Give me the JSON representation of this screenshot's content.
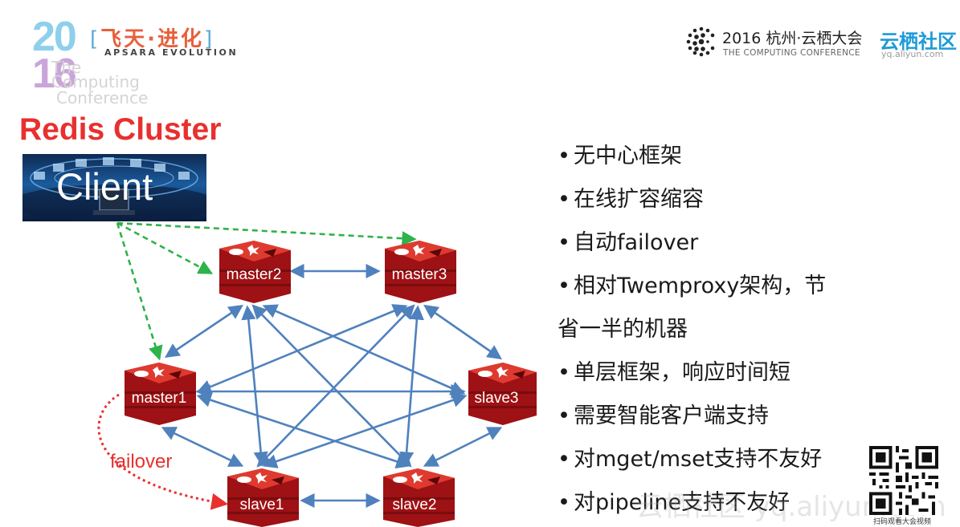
{
  "header": {
    "year_top": "20",
    "year_bottom": "16",
    "slogan_left_bracket": "[",
    "slogan_cn": "飞天·进化",
    "slogan_right_bracket": "]",
    "slogan_en": "APSARA EVOLUTION",
    "ghost_lines": [
      "The",
      "Computing",
      "Conference"
    ],
    "conference_title": "2016 杭州·云栖大会",
    "conference_subtitle": "THE COMPUTING CONFERENCE",
    "brand": "云栖社区",
    "brand_url": "yq.aliyun.com"
  },
  "slide": {
    "title": "Redis Cluster",
    "client_label": "Client"
  },
  "diagram": {
    "nodes": {
      "master1": "master1",
      "master2": "master2",
      "master3": "master3",
      "slave1": "slave1",
      "slave2": "slave2",
      "slave3": "slave3"
    },
    "failover_label": "failover"
  },
  "bullets": [
    "无中心框架",
    "在线扩容缩容",
    "自动failover",
    "相对Twemproxy架构，节",
    "省一半的机器",
    "单层框架，响应时间短",
    "需要智能客户端支持",
    "对mget/mset支持不友好",
    "对pipeline支持不友好"
  ],
  "bullet_marker": "•",
  "qr_caption": "扫码观看大会视频",
  "watermark": "云栖社区 yq.aliyun.com",
  "colors": {
    "title_red": "#e8302e",
    "node_red": "#c8191d",
    "arrow_blue": "#4f81bd",
    "client_arrow_green": "#2db34a",
    "failover_red": "#e8302e",
    "brand_blue": "#1e9bd7"
  }
}
